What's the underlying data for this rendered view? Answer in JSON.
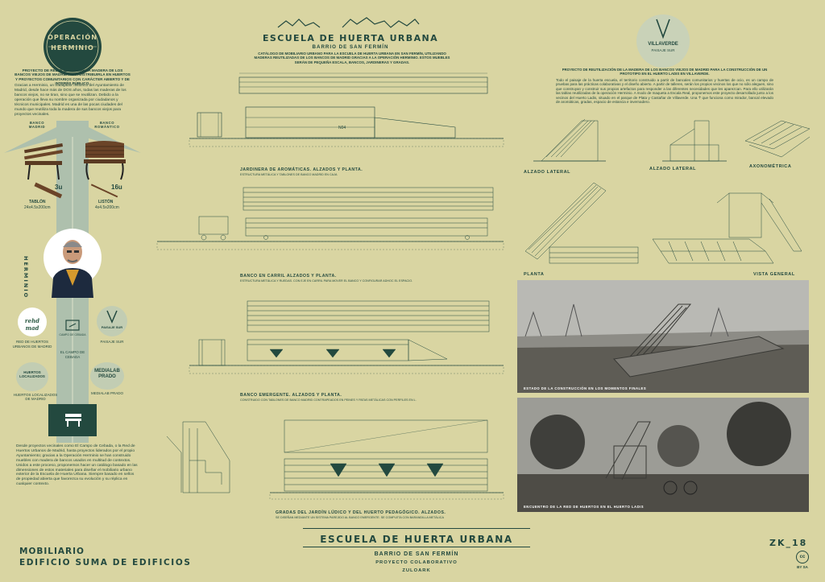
{
  "left": {
    "badge_line1": "OPERACIÓN",
    "badge_line2": "HERMINIO",
    "intro_bold": "PROYECTO DE REUTILIZACIÓN DE LA MADERA DE LOS BANCOS VIEJOS DE MADRID PARA DISTRIBUIRLA EN HUERTOS Y PROYECTOS COMUNITARIOS CON CARÁCTER ABIERTO Y DE INTERÉS PÚBLICO.",
    "intro_body": "Gracias a Herminio, un trabajador histórico del Ayuntamiento de Madrid, desde hace más de DOS años, todas las maderas de los bancos viejos, no se tiran, sino que se reutilizan. Debido a la operación que lleva su nombre organizada por ciudadanos y técnicos municipales. Madrid es una de las pocas ciudades del mundo que reutiliza toda la madera de sus bancos viejos para proyectos vecinales.",
    "bench1_label": "BANCO MADRID",
    "bench2_label": "BANCO ROMÁNTICO",
    "bench1_count": "3u",
    "bench2_count": "16u",
    "plank1_name": "TABLÓN",
    "plank1_size": "24x4.5x200cm",
    "plank2_name": "LISTÓN",
    "plank2_size": "4x4.5x200cm",
    "person_name": "HERMINIO",
    "net1_label": "RED DE HUERTOS URBANOS DE MADRID",
    "net2_label": "EL CAMPO DE CEBADA",
    "net3_label": "PAISAJE SUR",
    "net4_label": "HUERTOS LOCALIZADOS DE MADRID",
    "net5_label": "MEDIALAB PRADO",
    "logo_rehd": "rehd mad",
    "logo_campo": "CAMPO DE CEBADA",
    "logo_paisaje": "PAISAJE SUR",
    "logo_huertos": "HUERTOS LOCALIZADOS",
    "logo_medialab": "MEDIALAB PRADO",
    "closing": "Desde proyectos vecinales como El Campo de Cebada, o la Red de Huertos Urbanos de Madrid, hasta proyectos liderados por el propio Ayuntamiento; gracias a la Operación Herminio se han construido muebles con madera de bancos usados en multitud de contextos. Unidos a este proceso, proponemos hacer un catálogo basado en las dimensiones de estos materiales para diseñar el mobiliario urbano exterior de la Escuela de Huerta Urbana. Siempre basado en sellos de propiedad abierta que favorezca su evolución y su réplica en cualquier contexto."
  },
  "header": {
    "title": "ESCUELA DE HUERTA URBANA",
    "subtitle": "BARRIO DE SAN FERMÍN",
    "catalog": "CATÁLOGO DE MOBILIARIO URBANO PARA LA ESCUELA DE HUERTA URBANA EN SAN FERMÍN, UTILIZANDO MADERAS REUTILIZADAS DE LOS BANCOS DE MADRID GRACIAS A LA OPERACIÓN HERMINIO. ESTOS MUEBLES SERÁN DE PEQUEÑA ESCALA, BANCOS, JARDINERAS Y GRADAS."
  },
  "middle": {
    "d1_title": "JARDINERA DE AROMÁTICAS. ALZADOS Y PLANTA.",
    "d1_sub": "ESTRUCTURA METÁLICA Y TABLONES DE BANCO MADRID EN CAJA",
    "d1_tag": "N04",
    "d2_title": "BANCO EN CARRIL ALZADOS Y PLANTA.",
    "d2_sub": "ESTRUCTURA METÁLICA Y RUEDAS. CON EJE EN CARRIL PARA MOVER EL BANCO Y CONFIGURAR ADHOC EL ESPACIO.",
    "d3_title": "BANCO EMERGENTE. ALZADOS Y PLANTA.",
    "d3_sub": "CONSTRUIDO CON TABLONES DE BANCO MADRID CONTRAPEADOS EN PEINES Y PATAS METÁLICAS CON PERFILES EN L.",
    "d4_title": "GRADAS DEL JARDÍN LÚDICO Y DEL HUERTO PEDAGÓGICO. ALZADOS.",
    "d4_sub": "SE DISEÑAN MEDIANTE UN SISTEMA PAREJIDO AL BANCO EMERGENTE. SE COMPLETA CON BARANDILLA METÁLICA"
  },
  "right": {
    "logo_line1": "VILLAVERDE",
    "logo_line2": "PAISAJE SUR",
    "intro_bold": "PROYECTO DE REUTILIZACIÓN DE LA MADERA DE LOS BANCOS VIEJOS DE MADRID PARA LA CONSTRUCCIÓN DE UN PROTOTIPO EN EL HUERTO LADIS EN VILLAVERDE.",
    "intro_body": "Todo el paisaje de la huerta escuela, el territorio construido a partir de bancales comunitarios y huertas de ocio, es un campo de pruebas para las prácticas colaborativas y el diseño abierto. A partir de talleres, serán los propios vecinos los que no sólo aleguen, sino que construyan y construir sus propios artefactos para responder a las diferentes necesidades que les aparezcan. Para ello utilizarán las tablas reutilizadas de la operación Herminio. A modo de maqueta a Escala Real, proponemos este proyecto desarrollado junto a los vecinos del Huerto Ladis, situado en el parque de Plata y Castañar de Villaverde. Una 'f' que funciona como mirador, bancal elevado de aromáticas, gradas, espacio de estancia e invernadero.",
    "view1": "ALZADO LATERAL",
    "view2": "ALZADO LATERAL",
    "view3": "AXONOMÉTRICA",
    "view4": "PLANTA",
    "view5": "VISTA GENERAL",
    "photo1_caption": "ESTADO DE LA CONSTRUCCIÓN EN LOS MOMENTOS FINALES",
    "photo2_caption": "ENCUENTRO DE LA RED DE HUERTOS EN EL HUERTO LADIS"
  },
  "footer": {
    "left1": "MOBILIARIO",
    "left2": "EDIFICIO SUMA DE EDIFICIOS",
    "title": "ESCUELA DE HUERTA URBANA",
    "line1": "BARRIO DE SAN FERMÍN",
    "line2": "PROYECTO COLABORATIVO",
    "line3": "ZULOARK",
    "code": "ZK_18",
    "license_icon": "cc",
    "license": "BY SA"
  },
  "colors": {
    "background": "#d9d5a2",
    "ink": "#23493f",
    "pale_green": "#9fb8a7",
    "light_panel": "#c9d2b8"
  }
}
